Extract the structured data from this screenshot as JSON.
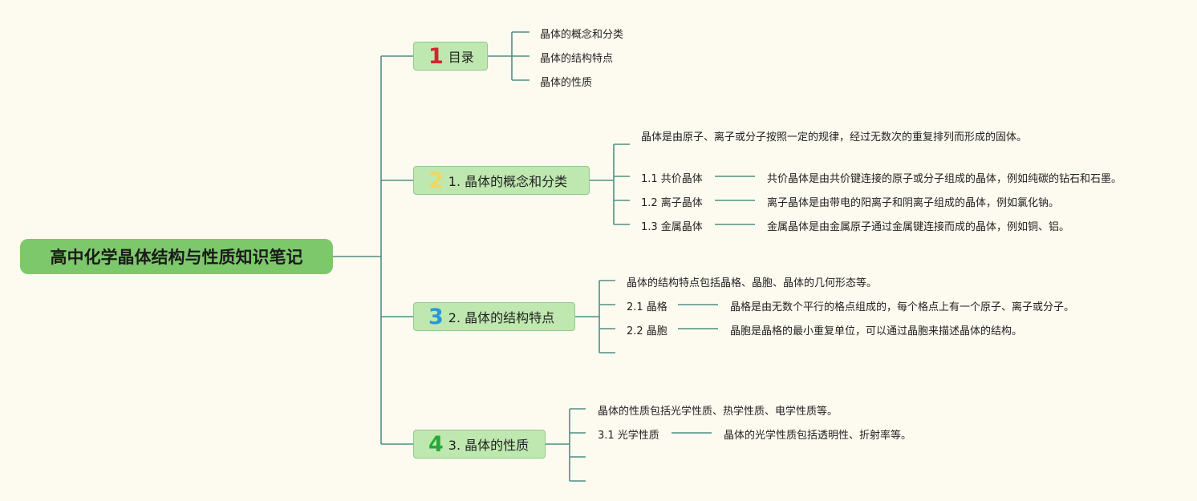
{
  "root": {
    "title": "高中化学晶体结构与性质知识笔记"
  },
  "branches": [
    {
      "num": "1",
      "label": "目录",
      "num_color": "#d0262e"
    },
    {
      "num": "2",
      "label": "1. 晶体的概念和分类",
      "num_color": "#f2d65e"
    },
    {
      "num": "3",
      "label": "2. 晶体的结构特点",
      "num_color": "#2a98d8"
    },
    {
      "num": "4",
      "label": "3. 晶体的性质",
      "num_color": "#29a83a"
    }
  ],
  "toc": [
    "晶体的概念和分类",
    "晶体的结构特点",
    "晶体的性质"
  ],
  "concept": {
    "definition": "晶体是由原子、离子或分子按照一定的规律，经过无数次的重复排列而形成的固体。",
    "items": [
      {
        "label": "1.1 共价晶体",
        "desc": "共价晶体是由共价键连接的原子或分子组成的晶体，例如纯碳的钻石和石墨。"
      },
      {
        "label": "1.2 离子晶体",
        "desc": "离子晶体是由带电的阳离子和阴离子组成的晶体，例如氯化钠。"
      },
      {
        "label": "1.3 金属晶体",
        "desc": "金属晶体是由金属原子通过金属键连接而成的晶体，例如铜、铝。"
      }
    ]
  },
  "structure": {
    "intro": "晶体的结构特点包括晶格、晶胞、晶体的几何形态等。",
    "items": [
      {
        "label": "2.1 晶格",
        "desc": "晶格是由无数个平行的格点组成的，每个格点上有一个原子、离子或分子。"
      },
      {
        "label": "2.2 晶胞",
        "desc": "晶胞是晶格的最小重复单位，可以通过晶胞来描述晶体的结构。"
      }
    ]
  },
  "properties": {
    "intro": "晶体的性质包括光学性质、热学性质、电学性质等。",
    "items": [
      {
        "label": "3.1 光学性质",
        "desc": "晶体的光学性质包括透明性、折射率等。"
      }
    ]
  },
  "colors": {
    "background": "#fdfbf0",
    "line": "#4f8f84",
    "root": "#7dc86b",
    "branch": "#bfe8b0"
  }
}
